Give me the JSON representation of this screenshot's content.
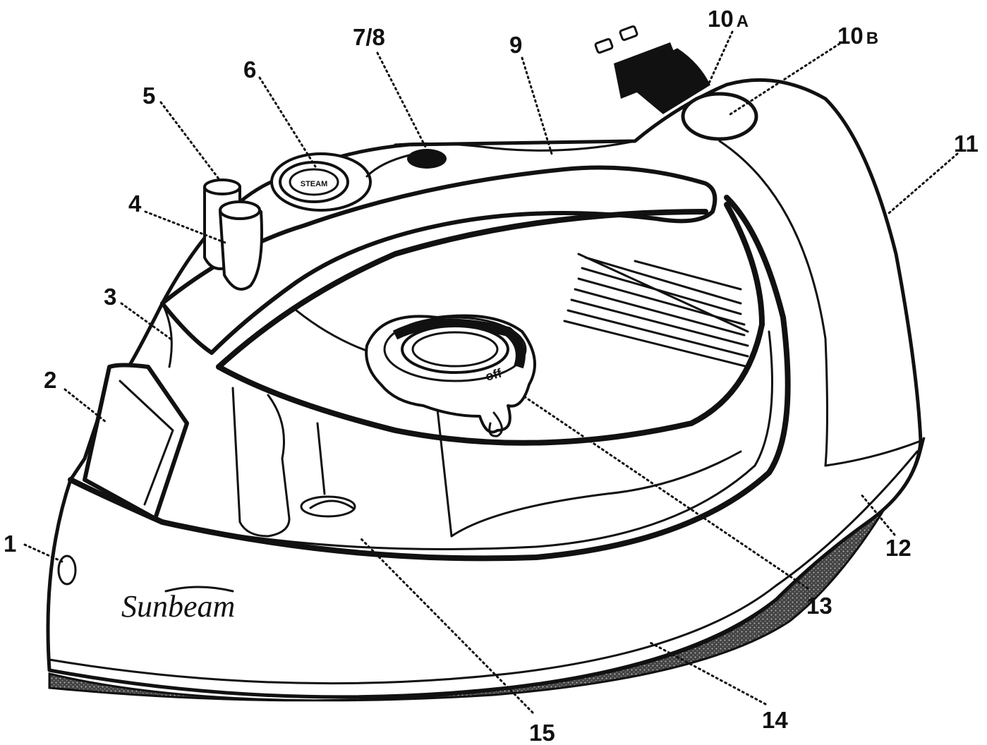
{
  "diagram": {
    "brand": "Sunbeam",
    "dial_off_label": "off",
    "steam_button_label": "STEAM",
    "callouts": [
      {
        "id": "1",
        "num": "1",
        "sub": ""
      },
      {
        "id": "2",
        "num": "2",
        "sub": ""
      },
      {
        "id": "3",
        "num": "3",
        "sub": ""
      },
      {
        "id": "4",
        "num": "4",
        "sub": ""
      },
      {
        "id": "5",
        "num": "5",
        "sub": ""
      },
      {
        "id": "6",
        "num": "6",
        "sub": ""
      },
      {
        "id": "7-8",
        "num": "7/8",
        "sub": ""
      },
      {
        "id": "9",
        "num": "9",
        "sub": ""
      },
      {
        "id": "10a",
        "num": "10",
        "sub": "A"
      },
      {
        "id": "10b",
        "num": "10",
        "sub": "B"
      },
      {
        "id": "11",
        "num": "11",
        "sub": ""
      },
      {
        "id": "12",
        "num": "12",
        "sub": ""
      },
      {
        "id": "13",
        "num": "13",
        "sub": ""
      },
      {
        "id": "14",
        "num": "14",
        "sub": ""
      },
      {
        "id": "15",
        "num": "15",
        "sub": ""
      }
    ],
    "colors": {
      "ink": "#111111",
      "paper": "#ffffff",
      "shadow": "#333333"
    }
  }
}
